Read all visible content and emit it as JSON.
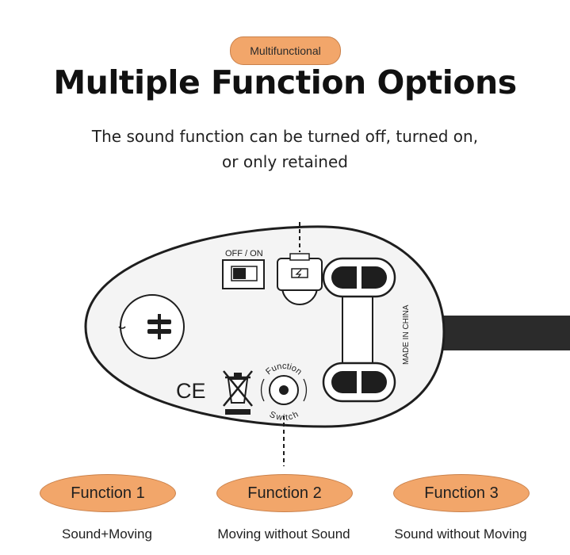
{
  "header": {
    "badge": "Multifunctional",
    "title": "Multiple Function Options",
    "subtitle_line1": "The sound function can be turned off, turned on,",
    "subtitle_line2": "or only retained"
  },
  "device": {
    "switch_label": "OFF / ON",
    "function_ring_top": "Function",
    "function_ring_bottom": "Switch",
    "made_in": "MADE IN CHINA",
    "ce_mark": "CE"
  },
  "functions": [
    {
      "label": "Function 1",
      "desc": "Sound+Moving"
    },
    {
      "label": "Function 2",
      "desc": "Moving without Sound"
    },
    {
      "label": "Function 3",
      "desc": "Sound without Moving"
    }
  ],
  "colors": {
    "accent": "#f2a66a",
    "accent_border": "#c9804a",
    "device_fill": "#f4f4f4",
    "ink": "#111111"
  }
}
